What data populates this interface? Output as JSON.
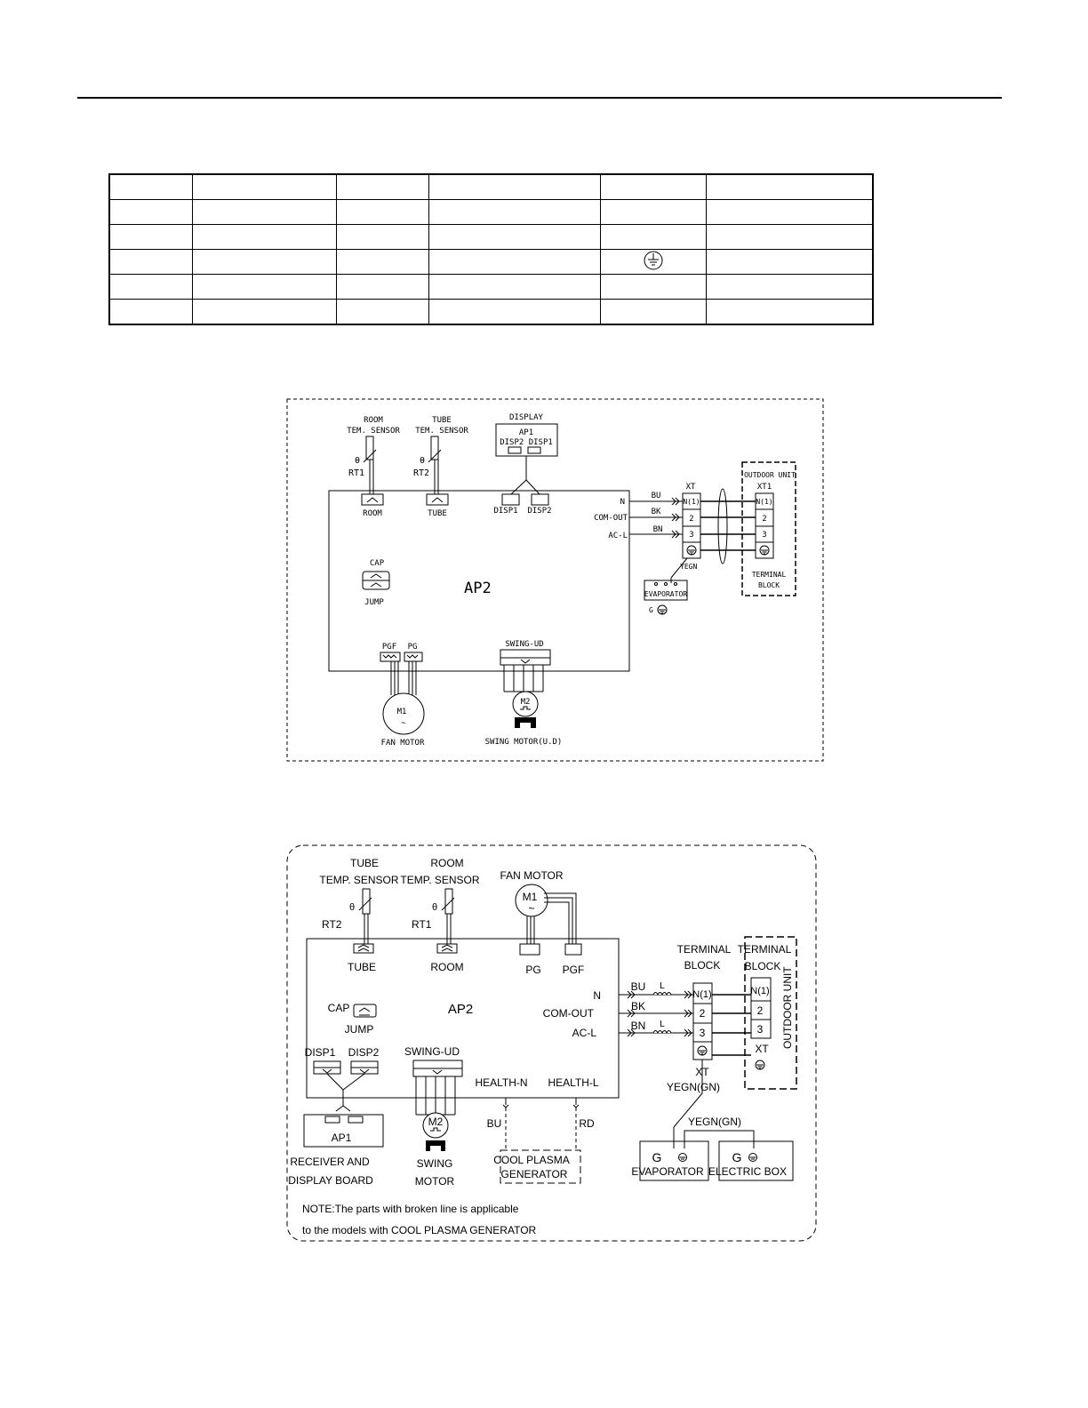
{
  "legend_table": {
    "rows": [
      [
        "",
        "",
        "",
        "",
        "",
        ""
      ],
      [
        "",
        "",
        "",
        "",
        "",
        ""
      ],
      [
        "",
        "",
        "",
        "",
        "",
        ""
      ],
      [
        "",
        "",
        "",
        "",
        "ground-icon",
        ""
      ],
      [
        "",
        "",
        "",
        "",
        "",
        ""
      ],
      [
        "",
        "",
        "",
        "",
        "",
        ""
      ]
    ]
  },
  "diagram1": {
    "room_sensor": [
      "ROOM",
      "TEM. SENSOR"
    ],
    "tube_sensor": [
      "TUBE",
      "TEM. SENSOR"
    ],
    "display": "DISPLAY",
    "display_board": "AP1",
    "display_ports": "DISP2 DISP1",
    "theta": "θ",
    "rt1": "RT1",
    "rt2": "RT2",
    "room_conn": "ROOM",
    "tube_conn": "TUBE",
    "disp1": "DISP1",
    "disp2": "DISP2",
    "n": "N",
    "com_out": "COM-OUT",
    "ac_l": "AC-L",
    "bu": "BU",
    "bk": "BK",
    "bn": "BN",
    "xt": "XT",
    "xt_n": "N(1)",
    "xt_2": "2",
    "xt_3": "3",
    "yegn": "YEGN",
    "evaporator": "EVAPORATOR",
    "g": "G",
    "outdoor_unit": "OUTDOOR UNIT",
    "xt1": "XT1",
    "terminal_block": [
      "TERMINAL",
      "BLOCK"
    ],
    "cap": "CAP",
    "jump": "JUMP",
    "ap2": "AP2",
    "pgf": "PGF",
    "pg": "PG",
    "swing_ud": "SWING-UD",
    "m1": "M1",
    "m2": "M2",
    "tilde": "~",
    "fan_motor": "FAN MOTOR",
    "swing_motor": "SWING MOTOR(U.D)"
  },
  "diagram2": {
    "tube_sensor": [
      "TUBE",
      "TEMP. SENSOR"
    ],
    "room_sensor": [
      "ROOM",
      "TEMP. SENSOR"
    ],
    "fan_motor": "FAN   MOTOR",
    "m1": "M1",
    "tilde": "~",
    "rt2": "RT2",
    "rt1": "RT1",
    "tube_conn": "TUBE",
    "room_conn": "ROOM",
    "pg": "PG",
    "pgf": "PGF",
    "cap": "CAP",
    "jump": "JUMP",
    "ap2": "AP2",
    "n": "N",
    "com_out": "COM-OUT",
    "ac_l": "AC-L",
    "bu": "BU",
    "bk": "BK",
    "bn": "BN",
    "l": "L",
    "terminal_block_in": [
      "TERMINAL",
      "BLOCK"
    ],
    "terminal_block_out": [
      "TERMINAL",
      "BLOCK"
    ],
    "xt_n": "N(1)",
    "xt_2": "2",
    "xt_3": "3",
    "xt": "XT",
    "yegn_gn": "YEGN(GN)",
    "outdoor_unit": "OUTDOOR UNIT",
    "xt_out": "XT",
    "disp1": "DISP1",
    "disp2": "DISP2",
    "swing_ud": "SWING-UD",
    "health_n": "HEALTH-N",
    "health_l": "HEALTH-L",
    "bu2": "BU",
    "rd": "RD",
    "ap1": "AP1",
    "receiver": [
      "RECEIVER AND",
      "DISPLAY BOARD"
    ],
    "m2": "M2",
    "swing_motor": [
      "SWING",
      "MOTOR"
    ],
    "cool_plasma": [
      "COOL PLASMA",
      "GENERATOR"
    ],
    "g": "G",
    "evaporator": "EVAPORATOR",
    "electric_box": "ELECTRIC BOX",
    "note": [
      "NOTE:The parts with broken line is applicable",
      "to the models with COOL PLASMA  GENERATOR"
    ]
  }
}
